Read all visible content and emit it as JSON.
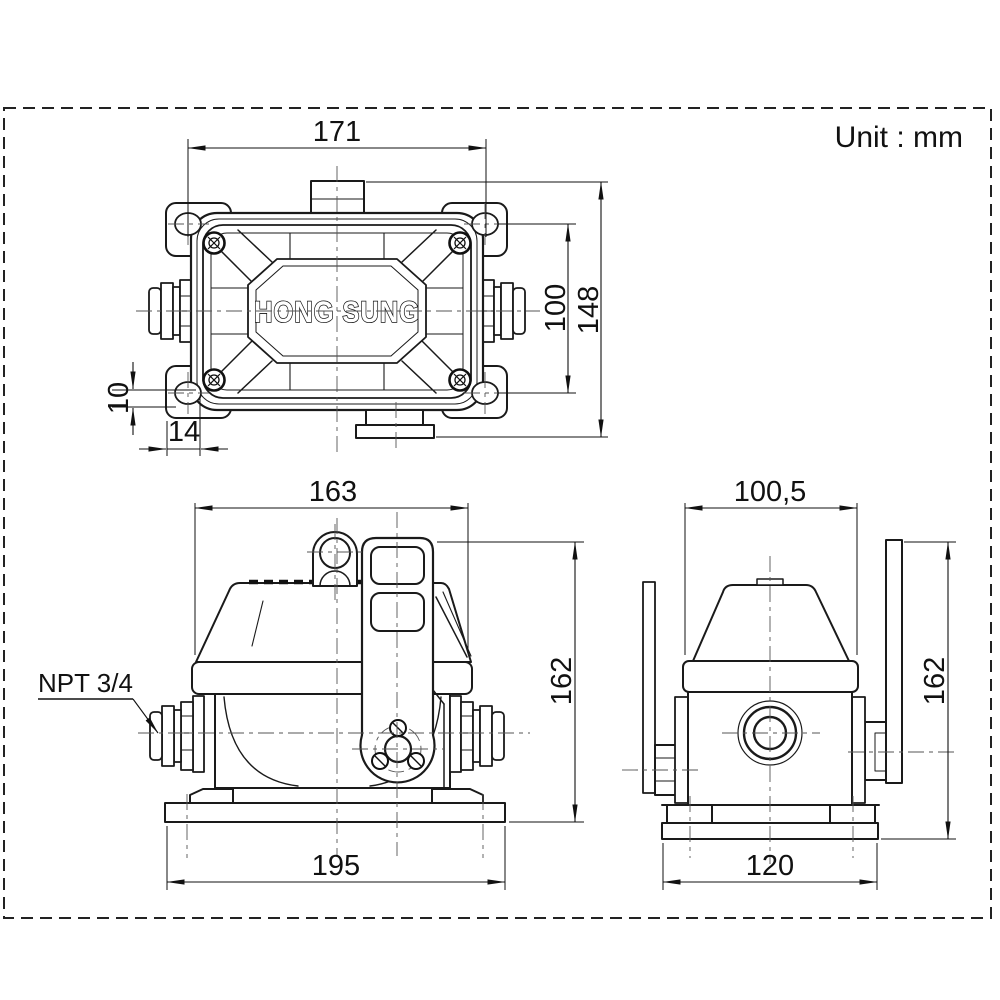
{
  "sheet": {
    "unit_label": "Unit : mm"
  },
  "brand": {
    "embossed_text": "HONG SUNG"
  },
  "labels": {
    "conduit_port": "NPT 3/4"
  },
  "dimensions": {
    "top_view": {
      "mounting_width": "171",
      "mounting_pitch": "100",
      "overall_depth": "148",
      "slot_height": "10",
      "hole_inset": "14"
    },
    "front_view": {
      "cover_width": "163",
      "overall_height": "162",
      "base_width": "195"
    },
    "side_view": {
      "cover_depth": "100,5",
      "overall_height": "162",
      "base_depth": "120"
    }
  }
}
